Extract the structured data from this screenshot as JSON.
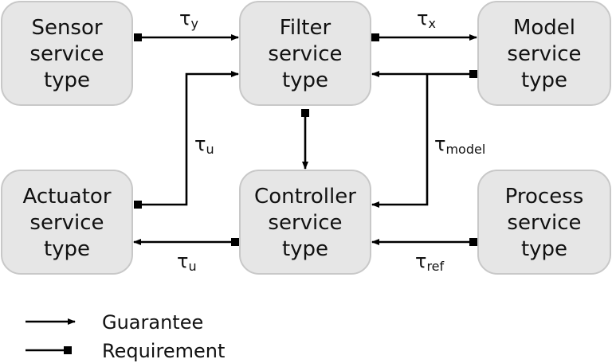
{
  "nodes": {
    "sensor": {
      "lines": [
        "Sensor",
        "service",
        "type"
      ]
    },
    "filter": {
      "lines": [
        "Filter",
        "service",
        "type"
      ]
    },
    "model": {
      "lines": [
        "Model",
        "service",
        "type"
      ]
    },
    "actuator": {
      "lines": [
        "Actuator",
        "service",
        "type"
      ]
    },
    "controller": {
      "lines": [
        "Controller",
        "service",
        "type"
      ]
    },
    "process": {
      "lines": [
        "Process",
        "service",
        "type"
      ]
    }
  },
  "edges": {
    "sensor_filter": {
      "symbol": "τ",
      "sub": "y"
    },
    "filter_model": {
      "symbol": "τ",
      "sub": "x"
    },
    "actuator_filter": {
      "symbol": "τ",
      "sub": "u"
    },
    "model_link": {
      "symbol": "τ",
      "sub": "model"
    },
    "controller_actuator": {
      "symbol": "τ",
      "sub": "u"
    },
    "process_controller": {
      "symbol": "τ",
      "sub": "ref"
    }
  },
  "legend": {
    "guarantee": "Guarantee",
    "requirement": "Requirement"
  }
}
